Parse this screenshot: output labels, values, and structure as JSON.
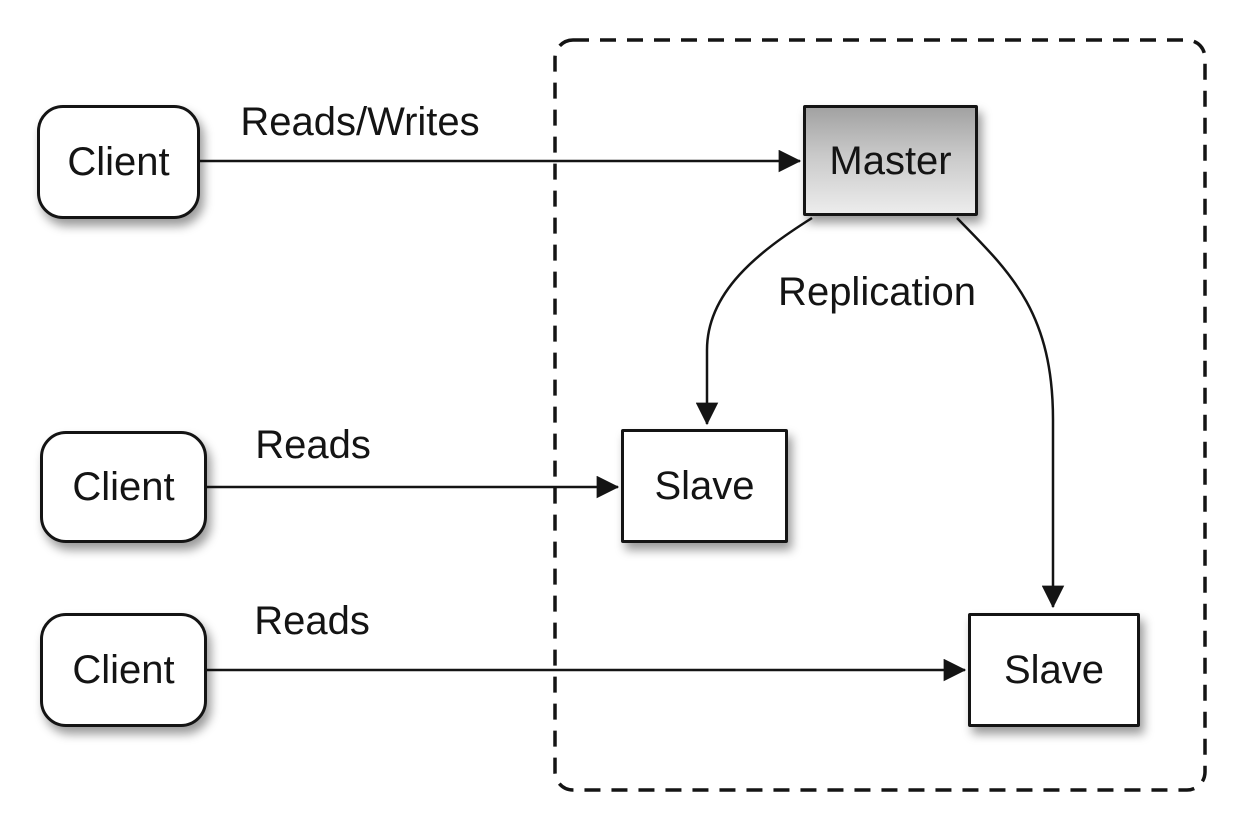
{
  "diagram": {
    "nodes": {
      "client1": {
        "label": "Client"
      },
      "client2": {
        "label": "Client"
      },
      "client3": {
        "label": "Client"
      },
      "master": {
        "label": "Master"
      },
      "slave1": {
        "label": "Slave"
      },
      "slave2": {
        "label": "Slave"
      }
    },
    "edges": {
      "client1_master": {
        "label": "Reads/Writes"
      },
      "client2_slave1": {
        "label": "Reads"
      },
      "client3_slave2": {
        "label": "Reads"
      },
      "master_slaves": {
        "label": "Replication"
      }
    },
    "colors": {
      "stroke": "#141414",
      "text": "#141414",
      "node_fill": "#ffffff",
      "master_gradient_top": "#a2a2a2",
      "master_gradient_bottom": "#ececec",
      "background": "#ffffff"
    }
  }
}
